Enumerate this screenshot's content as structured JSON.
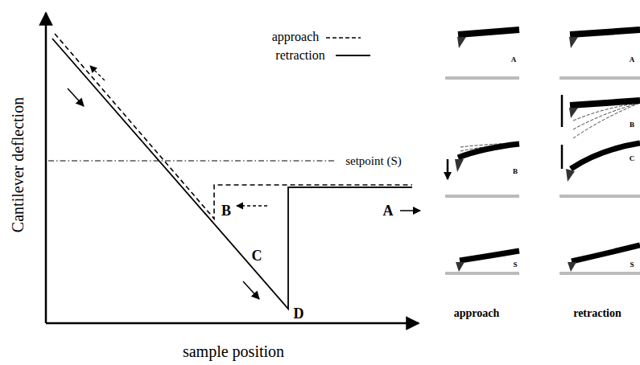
{
  "diagram": {
    "labels": [
      "Cantilever deflection",
      "sample position",
      "setpoint (S)",
      "A",
      "B",
      "C",
      "D",
      "A",
      "B",
      "S",
      "A",
      "B",
      "C",
      "S",
      "approach",
      "retraction"
    ],
    "legend": [
      {
        "text": "approach"
      },
      {
        "text": "retraction"
      }
    ]
  }
}
